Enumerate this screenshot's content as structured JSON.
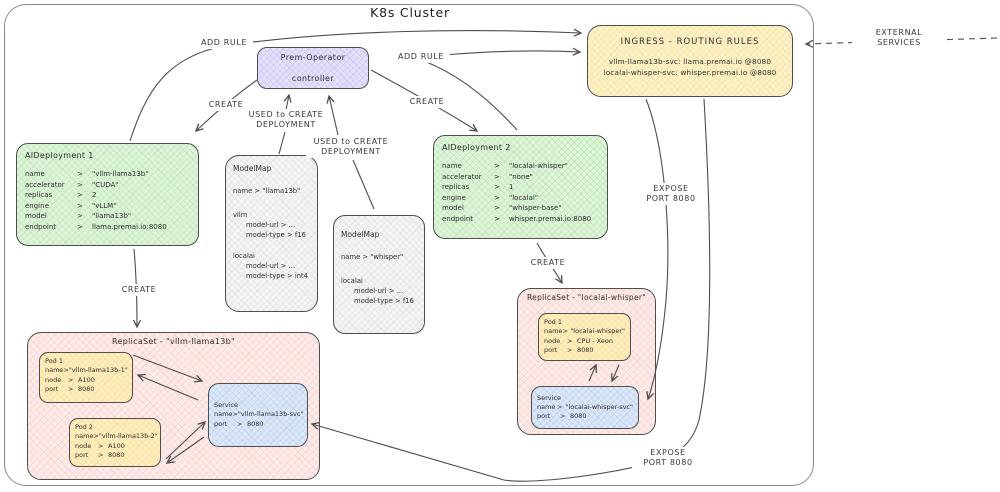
{
  "colors": {
    "green": "#def4d8",
    "purple": "#e6e0fa",
    "yellow": "#fdf2c8",
    "gray": "#f4f4f4",
    "pink": "#fcebe9",
    "pod": "#fdeec0",
    "blue": "#dce8f8",
    "stroke": "#4d4d4d"
  },
  "title": "K8s Cluster",
  "labels": {
    "gt": ">",
    "add_rule1": "ADD RULE",
    "add_rule2": "ADD RULE",
    "create_aid1": "CREATE",
    "create_aid2": "CREATE",
    "create_rs1": "CREATE",
    "create_rs2": "CREATE",
    "used1_line1": "USED to CREATE",
    "used1_line2": "DEPLOYMENT",
    "used2_line1": "USED to CREATE",
    "used2_line2": "DEPLOYMENT",
    "expose1_line1": "EXPOSE",
    "expose1_line2": "PORT 8080",
    "expose2_line1": "EXPOSE",
    "expose2_line2": "PORT 8080",
    "external_line1": "EXTERNAL",
    "external_line2": "SERVICES"
  },
  "operator": {
    "title": "Prem-Operator",
    "subtitle": "controller"
  },
  "ingress": {
    "title": "INGRESS - ROUTING RULES",
    "rule1": "vllm-llama13b-svc: llama.premai.io @8080",
    "rule2": "localai-whisper-svc: whisper.premai.io @8080"
  },
  "aid1": {
    "title": "AIDeployment 1",
    "rows": [
      {
        "k": "name",
        "v": "\"vllm-llama13b\""
      },
      {
        "k": "accelerator",
        "v": "\"CUDA\""
      },
      {
        "k": "replicas",
        "v": "2"
      },
      {
        "k": "engine",
        "v": "\"vLLM\""
      },
      {
        "k": "model",
        "v": "\"llama13b\""
      },
      {
        "k": "endpoint",
        "v": "llama.premai.io:8080"
      }
    ]
  },
  "aid2": {
    "title": "AIDeployment 2",
    "rows": [
      {
        "k": "name",
        "v": "\"localai-whisper\""
      },
      {
        "k": "accelerator",
        "v": "\"none\""
      },
      {
        "k": "replicas",
        "v": "1"
      },
      {
        "k": "engine",
        "v": "\"localai\""
      },
      {
        "k": "model",
        "v": "\"whisper-base\""
      },
      {
        "k": "endpoint",
        "v": "whisper.premai.io:8080"
      }
    ]
  },
  "mm1": {
    "title": "ModelMap",
    "name_line": "name > \"llama13b\"",
    "sec1_header": "vllm",
    "sec1_line1": "model-url > ...",
    "sec1_line2": "model-type > f16",
    "sec2_header": "localai",
    "sec2_line1": "model-url > ...",
    "sec2_line2": "model-type > int4"
  },
  "mm2": {
    "title": "ModelMap",
    "name_line": "name > \"whisper\"",
    "sec1_header": "localai",
    "sec1_line1": "model-url > ...",
    "sec1_line2": "model-type > f16"
  },
  "rs1": {
    "title": "ReplicaSet - \"vllm-llama13b\"",
    "pod1": {
      "title": "Pod 1",
      "rows": [
        {
          "k": "name",
          "v": "\"vllm-llama13b-1\""
        },
        {
          "k": "node",
          "v": "A100"
        },
        {
          "k": "port",
          "v": "8080"
        }
      ]
    },
    "pod2": {
      "title": "Pod 2",
      "rows": [
        {
          "k": "name",
          "v": "\"vllm-llama13b-2\""
        },
        {
          "k": "node",
          "v": "A100"
        },
        {
          "k": "port",
          "v": "8080"
        }
      ]
    },
    "svc": {
      "title": "Service",
      "rows": [
        {
          "k": "name",
          "v": "\"vllm-llama13b-svc\""
        },
        {
          "k": "port",
          "v": "8080"
        }
      ]
    }
  },
  "rs2": {
    "title": "ReplicaSet - \"localai-whisper\"",
    "pod1": {
      "title": "Pod 1",
      "rows": [
        {
          "k": "name",
          "v": "\"localai-whisper\""
        },
        {
          "k": "node",
          "v": "CPU - Xeon"
        },
        {
          "k": "port",
          "v": "8080"
        }
      ]
    },
    "svc": {
      "title": "Service",
      "rows": [
        {
          "k": "name",
          "v": "\"localai-whisper-svc\""
        },
        {
          "k": "port",
          "v": "8080"
        }
      ]
    }
  }
}
